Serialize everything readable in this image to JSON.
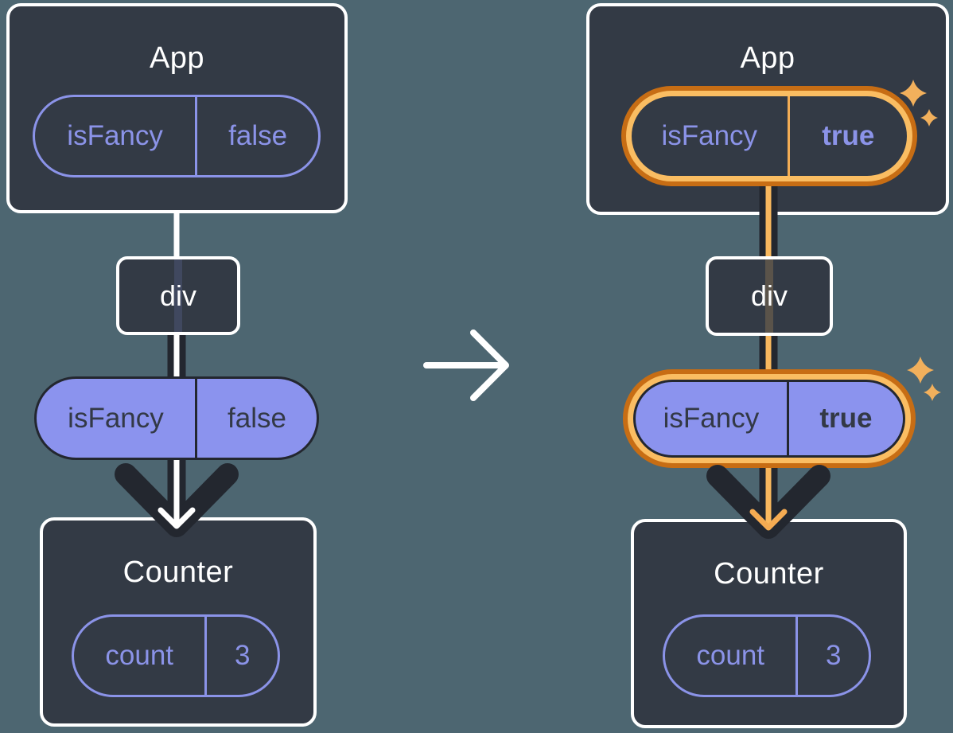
{
  "colors": {
    "background": "#4d6671",
    "card_bg": "#333a45",
    "card_border": "#ffffff",
    "purple": "#8b93e8",
    "purple_fill": "#8b93ee",
    "dark_arrow": "#23272f",
    "dark_text": "#333946",
    "orange_ring_outer": "#c76d14",
    "orange_ring_inner": "#fabd62",
    "orange_flow_line": "#f9b85e",
    "sparkle": "#f2b05c",
    "white": "#ffffff"
  },
  "icons": {
    "transition": "arrow-right-icon",
    "flow": "arrow-down-icon",
    "sparkle": "sparkle-icon"
  },
  "before": {
    "app": {
      "title": "App",
      "state_pill": {
        "name": "isFancy",
        "value": "false"
      }
    },
    "div_node": {
      "label": "div"
    },
    "prop_pill": {
      "name": "isFancy",
      "value": "false"
    },
    "counter": {
      "title": "Counter",
      "state_pill": {
        "name": "count",
        "value": "3"
      }
    }
  },
  "after": {
    "app": {
      "title": "App",
      "state_pill": {
        "name": "isFancy",
        "value": "true"
      }
    },
    "div_node": {
      "label": "div"
    },
    "prop_pill": {
      "name": "isFancy",
      "value": "true"
    },
    "counter": {
      "title": "Counter",
      "state_pill": {
        "name": "count",
        "value": "3"
      }
    }
  }
}
